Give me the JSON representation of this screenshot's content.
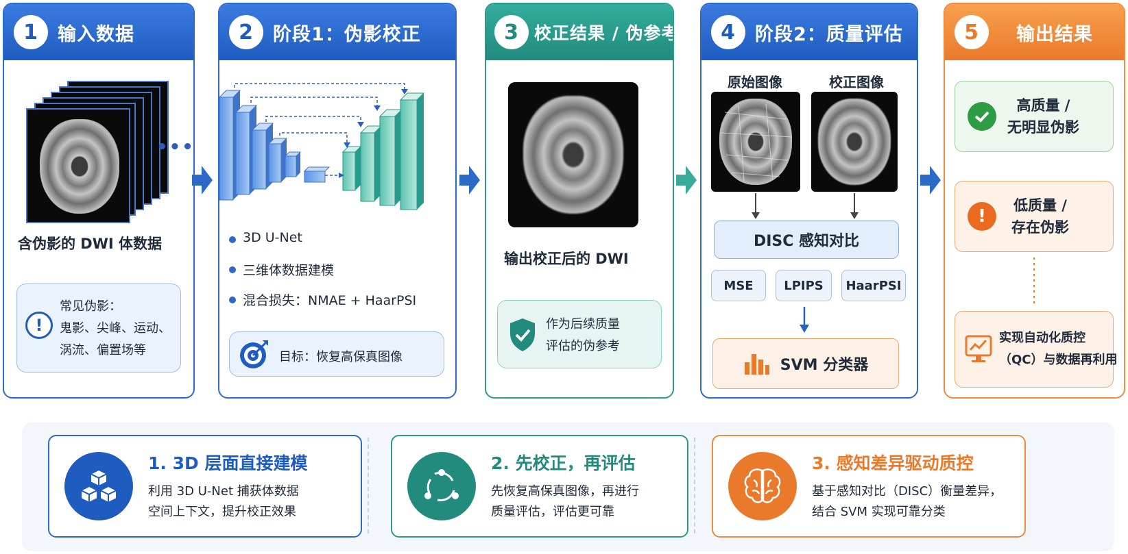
{
  "steps": [
    {
      "num": "1",
      "title": "输入数据"
    },
    {
      "num": "2",
      "title": "阶段1：伪影校正"
    },
    {
      "num": "3",
      "title": "校正结果 / 伪参考"
    },
    {
      "num": "4",
      "title": "阶段2：质量评估"
    },
    {
      "num": "5",
      "title": "输出结果"
    }
  ],
  "input": {
    "caption": "含伪影的 DWI 体数据",
    "ellipsis": "•••",
    "artifacts_title": "常见伪影：",
    "artifacts_line1": "鬼影、尖峰、运动、",
    "artifacts_line2": "涡流、偏置场等"
  },
  "correction": {
    "bullets": [
      "3D U-Net",
      "三维体数据建模",
      "混合损失：NMAE + HaarPSI"
    ],
    "goal": "目标：恢复高保真图像"
  },
  "result": {
    "caption": "输出校正后的 DWI",
    "note_line1": "作为后续质量",
    "note_line2": "评估的伪参考"
  },
  "assessment": {
    "original_label": "原始图像",
    "corrected_label": "校正图像",
    "disc": "DISC 感知对比",
    "metrics": [
      "MSE",
      "LPIPS",
      "HaarPSI"
    ],
    "classifier": "SVM 分类器"
  },
  "output": {
    "good_line1": "高质量 /",
    "good_line2": "无明显伪影",
    "bad_line1": "低质量 /",
    "bad_line2": "存在伪影",
    "qc_line1": "实现自动化质控",
    "qc_line2": "（QC）与数据再利用"
  },
  "features": [
    {
      "title": "1. 3D 层面直接建模",
      "line1": "利用 3D U-Net 捕获体数据",
      "line2": "空间上下文，提升校正效果"
    },
    {
      "title": "2. 先校正，再评估",
      "line1": "先恢复高保真图像，再进行",
      "line2": "质量评估，评估更可靠"
    },
    {
      "title": "3. 感知差异驱动质控",
      "line1": "基于感知对比（DISC）衡量差异，",
      "line2": "结合 SVM 实现可靠分类"
    }
  ],
  "colors": {
    "blue": "#1f5cbf",
    "teal": "#228b7d",
    "orange": "#ea7a2b",
    "green": "#2e9b45"
  }
}
